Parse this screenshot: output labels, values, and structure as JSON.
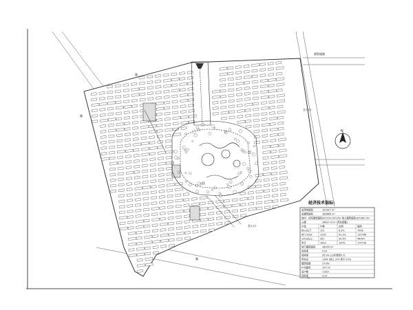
{
  "table": {
    "title": "经济技术指标:",
    "rows": [
      {
        "label": "总用地面积",
        "value": "191617 m²",
        "cols": []
      },
      {
        "label": "总建筑面积",
        "value": "185860 m²",
        "cols": []
      },
      {
        "label": "其中：住宅建筑面积",
        "value": "157232 (54.9%) 地上建筑面积167360.7m²",
        "cols": []
      },
      {
        "label": "公建",
        "value": "28627.4 m² (商业配套)",
        "cols": []
      },
      {
        "label": "",
        "value": "",
        "cols": [
          "户型",
          "户数",
          "比例",
          "面积"
        ]
      },
      {
        "label": "",
        "value": "",
        "cols": [
          "80㎡以下",
          "101",
          "8.3%",
          "7008"
        ]
      },
      {
        "label": "",
        "value": "",
        "cols": [
          "80-120㎡",
          "1230",
          "61.3%",
          "120788"
        ]
      },
      {
        "label": "",
        "value": "",
        "cols": [
          "120㎡以上",
          "302",
          "30.4%",
          "46940"
        ]
      },
      {
        "label": "",
        "value": "",
        "cols": [
          "合计",
          "1633",
          "100%",
          "174736"
        ]
      },
      {
        "label": "地下建筑面积",
        "value": "18500 m²",
        "cols": []
      },
      {
        "label": "容积率",
        "value": "0.97",
        "cols": []
      },
      {
        "label": "绿地率",
        "value": "35.0% (公共绿地5.7)",
        "cols": []
      },
      {
        "label": "停车位",
        "value": "1344 (地上 374 地下 970)",
        "cols": []
      },
      {
        "label": "建筑密度",
        "value": "27.8%",
        "cols": []
      },
      {
        "label": "户均面积",
        "value": "107 m²",
        "cols": []
      },
      {
        "label": "总户数",
        "value": "1,633",
        "cols": []
      },
      {
        "label": "容积率",
        "value": "0.97",
        "cols": []
      }
    ]
  },
  "streets": {
    "north": "路",
    "west": "路",
    "south": "路",
    "east_label": "规划道路",
    "entrance_north": "主入口",
    "entrance_south": "次入口"
  },
  "north_arrow": "N"
}
